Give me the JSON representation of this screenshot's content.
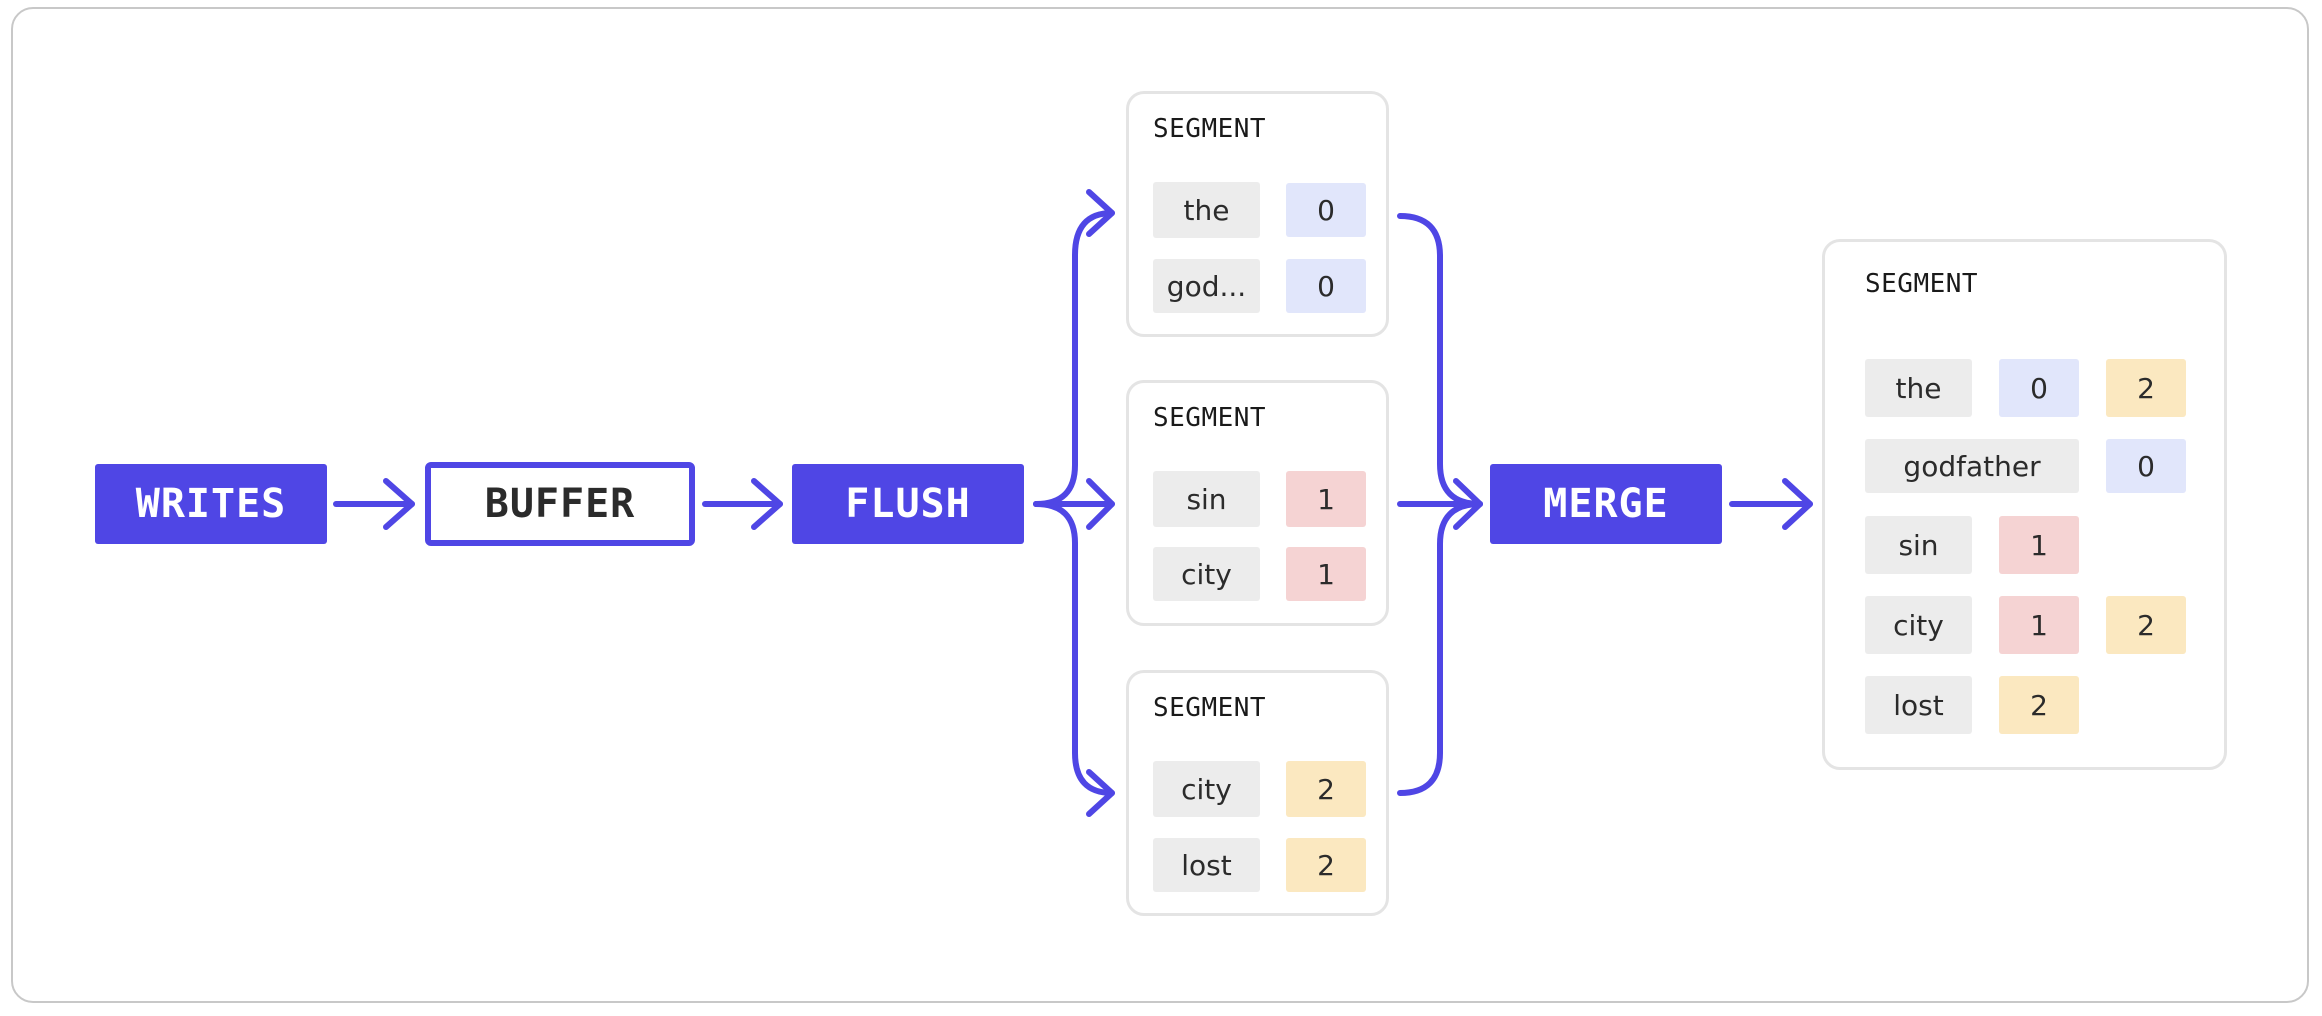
{
  "nodes": {
    "writes": "WRITES",
    "buffer": "BUFFER",
    "flush": "FLUSH",
    "merge": "MERGE"
  },
  "segments": [
    {
      "title": "SEGMENT",
      "rows": [
        {
          "term": "the",
          "docs": [
            "0"
          ]
        },
        {
          "term": "god...",
          "docs": [
            "0"
          ]
        }
      ]
    },
    {
      "title": "SEGMENT",
      "rows": [
        {
          "term": "sin",
          "docs": [
            "1"
          ]
        },
        {
          "term": "city",
          "docs": [
            "1"
          ]
        }
      ]
    },
    {
      "title": "SEGMENT",
      "rows": [
        {
          "term": "city",
          "docs": [
            "2"
          ]
        },
        {
          "term": "lost",
          "docs": [
            "2"
          ]
        }
      ]
    }
  ],
  "merged_segment": {
    "title": "SEGMENT",
    "rows": [
      {
        "term": "the",
        "docs": [
          "0",
          "2"
        ]
      },
      {
        "term": "godfather",
        "docs": [
          "0"
        ]
      },
      {
        "term": "sin",
        "docs": [
          "1"
        ]
      },
      {
        "term": "city",
        "docs": [
          "1",
          "2"
        ]
      },
      {
        "term": "lost",
        "docs": [
          "2"
        ]
      }
    ]
  },
  "colors": {
    "accent": "#4f46e5",
    "term_bg": "#ececec",
    "doc0_bg": "#e1e6fb",
    "doc1_bg": "#f5d3d3",
    "doc2_bg": "#fbe8c0"
  }
}
